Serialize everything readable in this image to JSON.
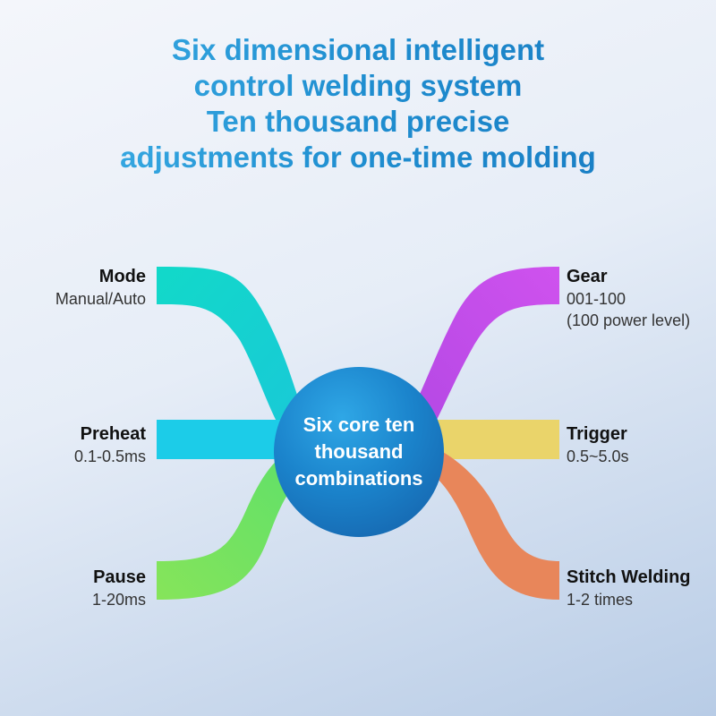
{
  "headline": [
    "Six dimensional intelligent",
    "control welding system",
    "Ten thousand precise",
    "adjustments for one-time molding"
  ],
  "hub": "Six core ten thousand combinations",
  "nodes": [
    {
      "title": "Mode",
      "value": "Manual/Auto",
      "color": "#1fd8c4"
    },
    {
      "title": "Preheat",
      "value": "0.1-0.5ms",
      "color": "#1ccbe8"
    },
    {
      "title": "Pause",
      "value": "1-20ms",
      "color": "#7de35a"
    },
    {
      "title": "Gear",
      "value": "001-100",
      "value2": "(100 power level)",
      "color": "#c94be8"
    },
    {
      "title": "Trigger",
      "value": "0.5~5.0s",
      "color": "#ead26a"
    },
    {
      "title": "Stitch Welding",
      "value": "1-2 times",
      "color": "#e88552"
    }
  ]
}
